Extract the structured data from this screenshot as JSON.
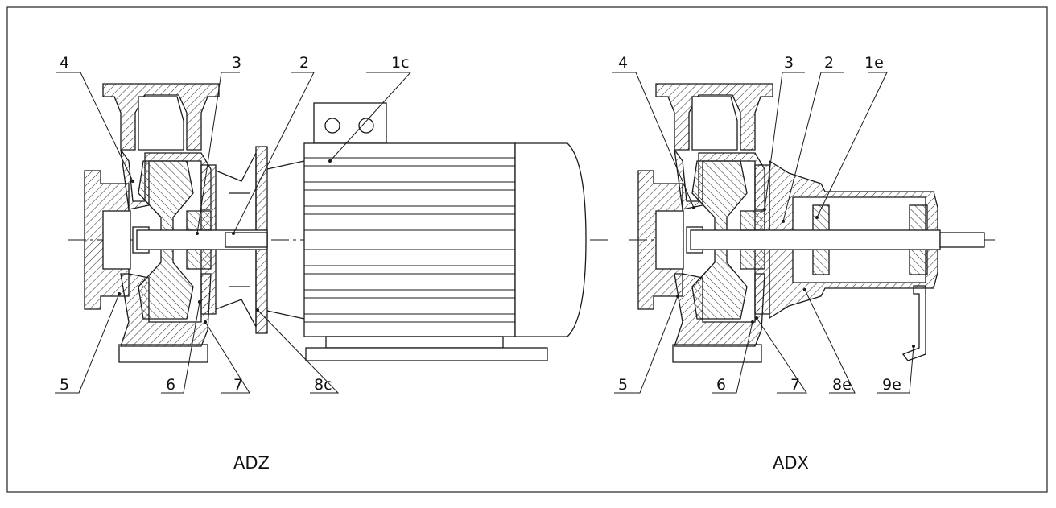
{
  "left_pump": {
    "caption": "ADZ",
    "callouts": [
      "4",
      "3",
      "2",
      "1c",
      "5",
      "6",
      "7",
      "8c"
    ]
  },
  "right_pump": {
    "caption": "ADX",
    "callouts": [
      "4",
      "3",
      "2",
      "1e",
      "5",
      "6",
      "7",
      "8e",
      "9e"
    ]
  },
  "colors": {
    "line": "#1a1a1a",
    "paper": "#ffffff",
    "hatch": "#333333"
  }
}
